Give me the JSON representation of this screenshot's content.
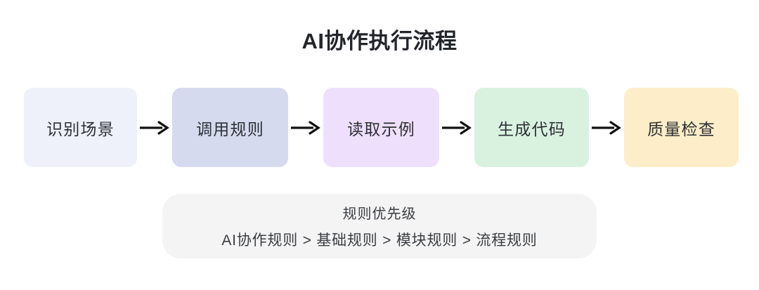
{
  "header": {
    "title": "AI协作执行流程"
  },
  "flow": {
    "arrow_icon": "arrow-right-icon",
    "steps": [
      {
        "label": "识别场景",
        "color": "#eef1fa"
      },
      {
        "label": "调用规则",
        "color": "#d5daef"
      },
      {
        "label": "读取示例",
        "color": "#eee0fd"
      },
      {
        "label": "生成代码",
        "color": "#d9f2e0"
      },
      {
        "label": "质量检查",
        "color": "#fdeec9"
      }
    ]
  },
  "priority": {
    "panel_color": "#f4f4f4",
    "title": "规则优先级",
    "chain": "AI协作规则 > 基础规则 > 模块规则 > 流程规则"
  },
  "chart_data": {
    "type": "diagram",
    "title": "AI协作执行流程",
    "flow_direction": "left-to-right",
    "nodes": [
      "识别场景",
      "调用规则",
      "读取示例",
      "生成代码",
      "质量检查"
    ],
    "edges": [
      {
        "from": "识别场景",
        "to": "调用规则"
      },
      {
        "from": "调用规则",
        "to": "读取示例"
      },
      {
        "from": "读取示例",
        "to": "生成代码"
      },
      {
        "from": "生成代码",
        "to": "质量检查"
      }
    ],
    "node_colors": [
      "#eef1fa",
      "#d5daef",
      "#eee0fd",
      "#d9f2e0",
      "#fdeec9"
    ],
    "annotation_title": "规则优先级",
    "annotation_text": "AI协作规则 > 基础规则 > 模块规则 > 流程规则"
  }
}
